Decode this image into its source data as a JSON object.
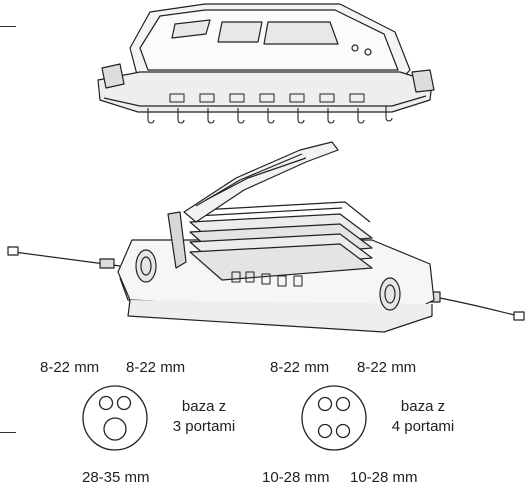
{
  "base3": {
    "size_top_left": "8-22 mm",
    "size_top_right": "8-22 mm",
    "size_bottom": "28-35 mm",
    "label_line1": "baza z",
    "label_line2": "3 portami"
  },
  "base4": {
    "size_top_left": "8-22 mm",
    "size_top_right": "8-22 mm",
    "size_bottom_left": "10-28 mm",
    "size_bottom_right": "10-28 mm",
    "label_line1": "baza z",
    "label_line2": "4 portami"
  }
}
